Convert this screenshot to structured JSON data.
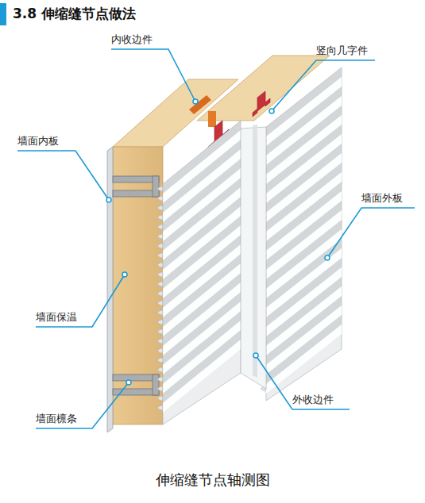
{
  "diagram": {
    "title": "3.8 伸缩缝节点做法",
    "caption": "伸缩缝节点轴测图",
    "labels": [
      "内收边件",
      "竖向几字件",
      "墙面内板",
      "墙面外板",
      "墙面保温",
      "墙面檩条",
      "外收边件"
    ]
  }
}
